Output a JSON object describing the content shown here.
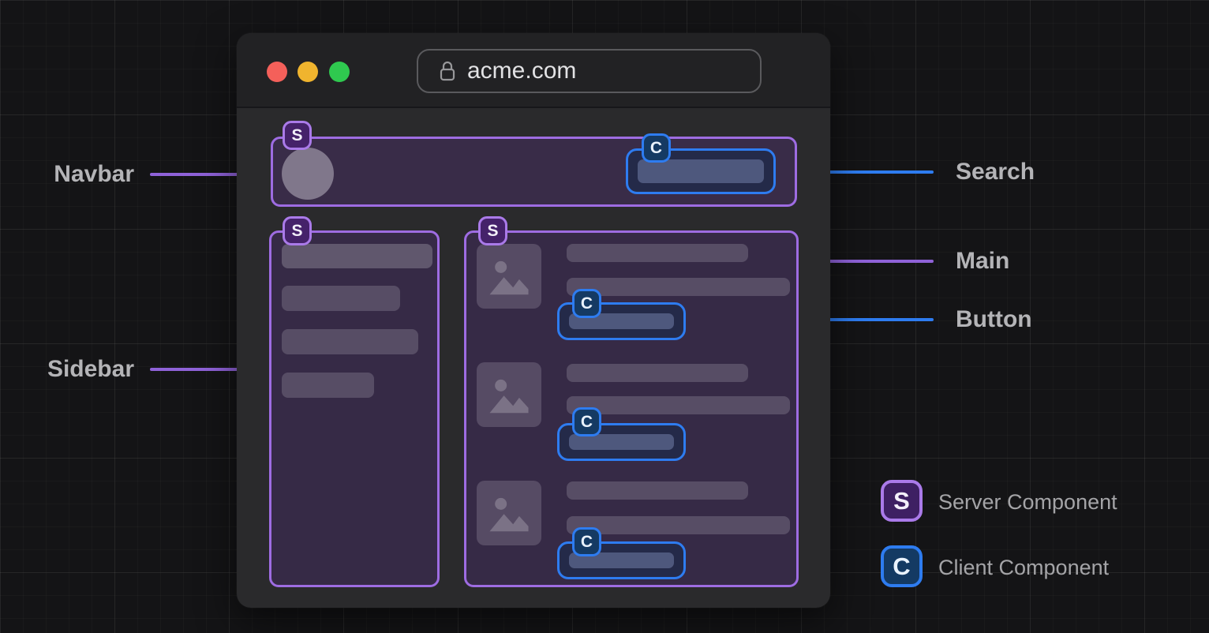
{
  "window": {
    "url": "acme.com"
  },
  "annotations": {
    "navbar": "Navbar",
    "sidebar": "Sidebar",
    "search": "Search",
    "main": "Main",
    "button": "Button"
  },
  "legend": {
    "server": {
      "letter": "S",
      "label": "Server Component"
    },
    "client": {
      "letter": "C",
      "label": "Client Component"
    }
  },
  "icons": {
    "lock": "lock-icon",
    "image_placeholder": "image-placeholder-icon",
    "traffic_lights": [
      "close-icon",
      "minimize-icon",
      "maximize-icon"
    ]
  },
  "colors": {
    "server_accent": "#9e6ce2",
    "client_accent": "#2e7cf0",
    "server_badge_bg": "#45226a",
    "client_badge_bg": "#153a63",
    "traffic_red": "#f4605a",
    "traffic_yellow": "#f0b42e",
    "traffic_green": "#2fc94f",
    "background": "#141416",
    "window_bg": "#2a2a2c"
  }
}
